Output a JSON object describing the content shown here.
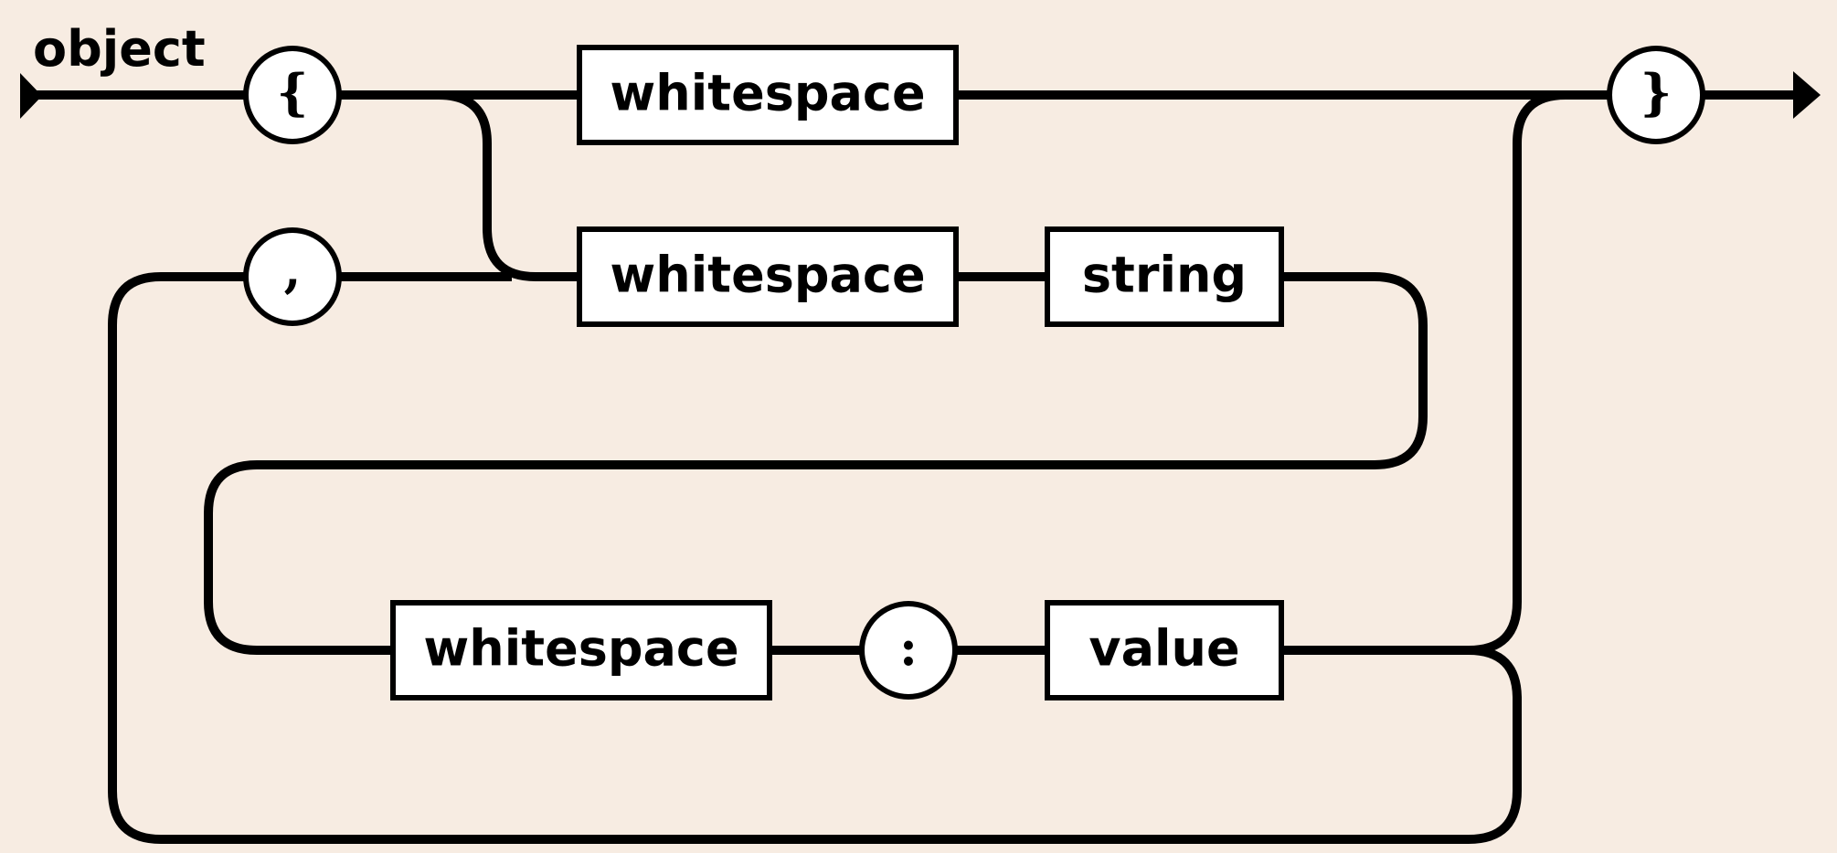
{
  "diagram": {
    "title": "object",
    "nodes": {
      "open_brace": "{",
      "close_brace": "}",
      "comma": ",",
      "colon": ":",
      "ws_top": "whitespace",
      "ws_key": "whitespace",
      "string": "string",
      "ws_value": "whitespace",
      "value": "value"
    }
  }
}
